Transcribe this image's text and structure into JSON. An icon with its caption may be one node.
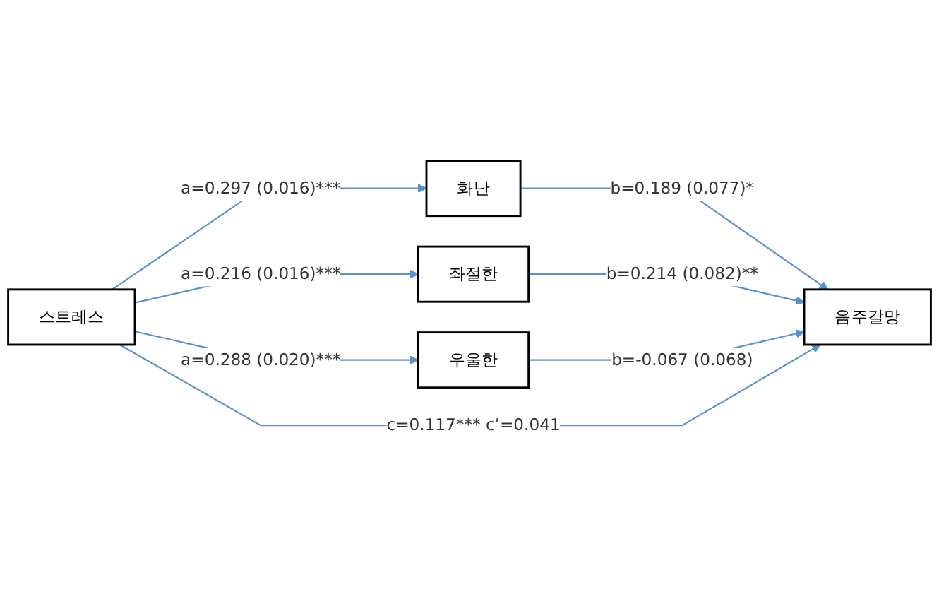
{
  "diagram": {
    "nodes": [
      {
        "text": [
          "화난"
        ]
      },
      {
        "text": [
          "좌절한"
        ]
      },
      {
        "text": [
          "우울한"
        ]
      },
      {
        "text": [
          "스트레스"
        ]
      },
      {
        "text": [
          "음주갈망"
        ]
      }
    ],
    "edges": [
      {
        "from": 3,
        "to": 0,
        "arrow": "to",
        "label": "a=0.297 (0.016)***"
      },
      {
        "from": 3,
        "to": 1,
        "arrow": "to",
        "label": "a=0.216 (0.016)***"
      },
      {
        "from": 3,
        "to": 2,
        "arrow": "to",
        "label": "a=0.288 (0.020)***"
      },
      {
        "from": 0,
        "to": 4,
        "arrow": "to",
        "label": "b=0.189 (0.077)*"
      },
      {
        "from": 1,
        "to": 4,
        "arrow": "to",
        "label": "b=0.214 (0.082)**"
      },
      {
        "from": 2,
        "to": 4,
        "arrow": "to",
        "label": "b=-0.067 (0.068)"
      },
      {
        "from": 3,
        "to": 4,
        "arrow": "to",
        "label": "c=0.117*** c’=0.041"
      }
    ]
  }
}
